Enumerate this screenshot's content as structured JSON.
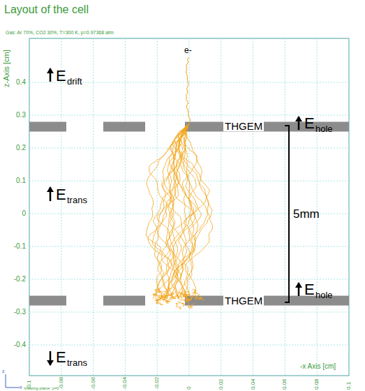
{
  "diagram": {
    "title": "Layout of the cell",
    "labels": [
      "Gas: Ar 70%, CO2 30%, T=300 K, p=0.97368 atm",
      "z-Axis [cm]",
      "0.4",
      "0.3",
      "0.2",
      "0.1",
      "0",
      "-0.1",
      "-0.2",
      "-0.3",
      "-0.4",
      "-0.1",
      "-0.08",
      "-0.06",
      "-0.04",
      "-0.02",
      "0",
      "0.02",
      "0.04",
      "0.06",
      "0.08",
      "0.1",
      "-x Axis [cm]",
      "e-",
      "E",
      "drift",
      "E",
      "trans",
      "E",
      "trans",
      "THGEM",
      "THGEM",
      "E",
      "hole",
      "E",
      "hole",
      "5mm",
      "z",
      "x",
      "Viewing plane: y=0"
    ]
  }
}
